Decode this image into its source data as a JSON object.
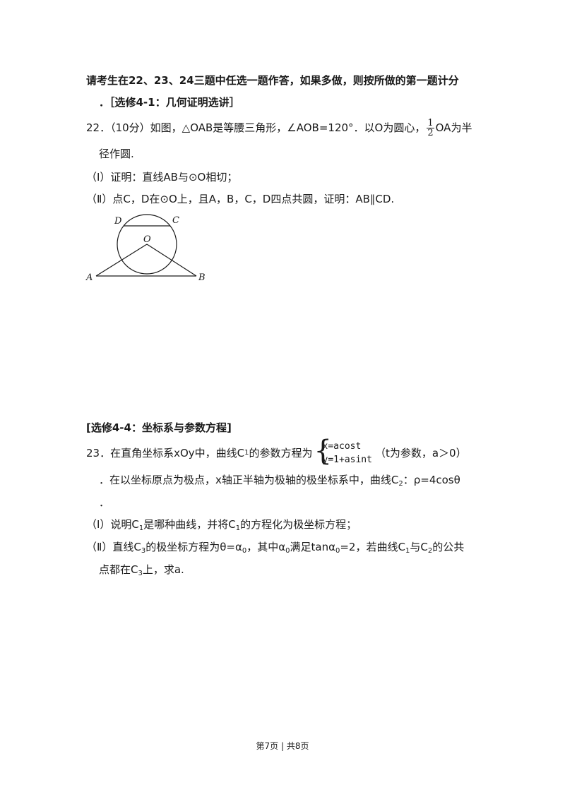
{
  "intro": {
    "line1": "请考生在22、23、24三题中任选一题作答，如果多做，则按所做的第一题计分",
    "line2": "．［选修4-1：几何证明选讲］"
  },
  "q22": {
    "stem_a": "22．（10分）如图，△OAB是等腰三角形，∠AOB=120°．以O为圆心，",
    "frac_num": "1",
    "frac_den": "2",
    "stem_b": "OA为半",
    "stem_c": "径作圆.",
    "part1": "（Ⅰ）证明：直线AB与⊙O相切；",
    "part2": "（Ⅱ）点C，D在⊙O上，且A，B，C，D四点共圆，证明：AB∥CD.",
    "labels": {
      "D": "D",
      "C": "C",
      "O": "O",
      "A": "A",
      "B": "B"
    }
  },
  "section2": {
    "header": "[选修4-4：坐标系与参数方程]"
  },
  "q23": {
    "stem_a": "23．在直角坐标系xOy中，曲线C",
    "sub_1": "1",
    "stem_b": "的参数方程为",
    "eq1": "x=acost",
    "eq2": "y=1+asint",
    "brace": "{",
    "stem_c": "（t为参数，a＞0）",
    "line2_a": "．在以坐标原点为极点，x轴正半轴为极轴的极坐标系中，曲线C",
    "sub_2": "2",
    "line2_b": "：ρ=4cosθ",
    "line3": "．",
    "p1_a": "（Ⅰ）说明C",
    "p1_sub1": "1",
    "p1_b": "是哪种曲线，并将C",
    "p1_sub2": "1",
    "p1_c": "的方程化为极坐标方程；",
    "p2_a": "（Ⅱ）直线C",
    "p2_sub3": "3",
    "p2_b": "的极坐标方程为θ=α",
    "p2_sub0a": "0",
    "p2_c": "，其中α",
    "p2_sub0b": "0",
    "p2_d": "满足tanα",
    "p2_sub0c": "0",
    "p2_e": "=2，若曲线C",
    "p2_sub1": "1",
    "p2_f": "与C",
    "p2_sub2": "2",
    "p2_g": "的公共",
    "p2_line2_a": "点都在C",
    "p2_line2_sub3": "3",
    "p2_line2_b": "上，求a."
  },
  "footer": {
    "text": "第7页 | 共8页"
  }
}
